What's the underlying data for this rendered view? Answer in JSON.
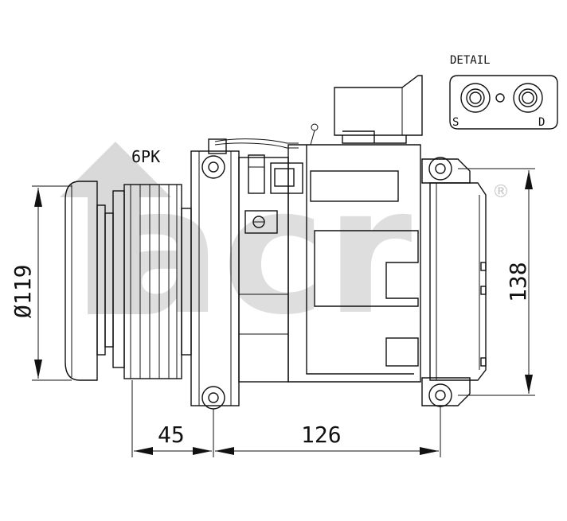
{
  "drawing": {
    "pulley_label": "6PK",
    "detail_label": "DETAIL",
    "port_suction_label": "S",
    "port_discharge_label": "D",
    "dim_diameter": "Ø119",
    "dim_height": "138",
    "dim_offset": "45",
    "dim_length": "126",
    "watermark_text": "acr",
    "registered_mark": "®"
  },
  "colors": {
    "line": "#111111",
    "watermark": "#d9d9d9",
    "background": "#ffffff"
  }
}
